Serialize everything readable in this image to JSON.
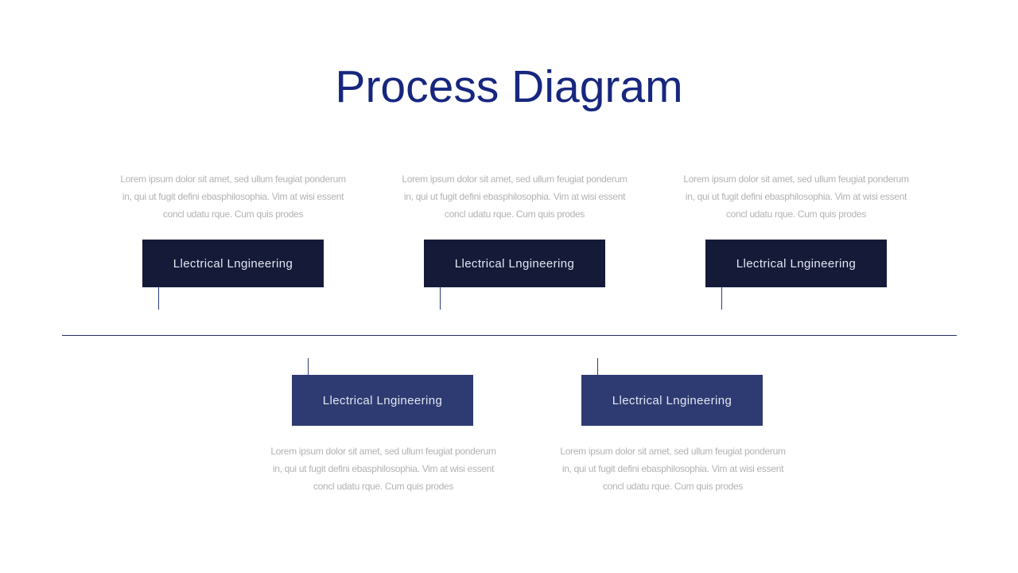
{
  "title": "Process Diagram",
  "box_label": "Llectrical Lngineering",
  "lorem_lines": [
    "Lorem ipsum dolor sit amet, sed ullum feugiat ponderum",
    "in, qui ut fugit defini ebasphilosophia. Vim at wisi essent",
    "concl udatu rque. Cum quis prodes"
  ],
  "colors": {
    "background": "#ffffff",
    "title": "#17277f",
    "box_dark": "#151a39",
    "box_light": "#2e3b72",
    "box_text": "#e4e7f0",
    "description_text": "#b2b2b2",
    "connector": "#2d3c78",
    "divider": "#233166"
  }
}
